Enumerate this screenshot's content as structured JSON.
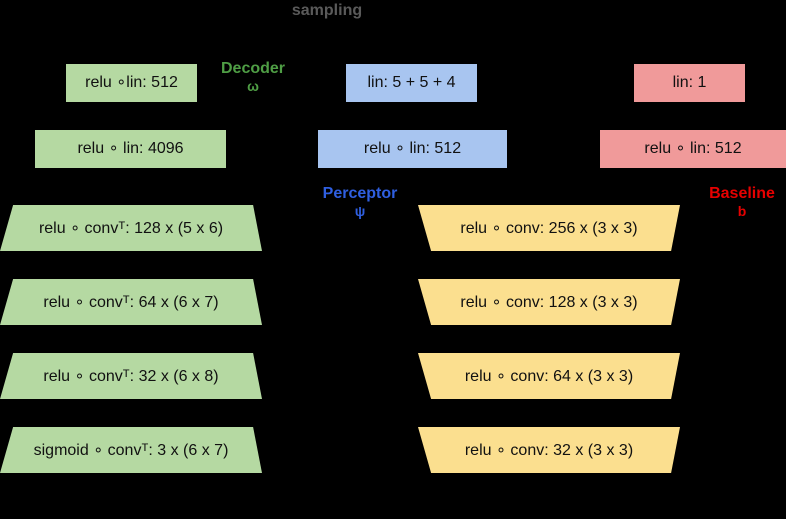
{
  "diagram": {
    "background_color": "#000000",
    "sampling_label": "sampling",
    "columns": {
      "decoder": {
        "title": "Decoder",
        "symbol": "ω",
        "color": "#4f9e45",
        "fill": "#b5d9a2",
        "boxes": [
          {
            "text": "relu ∘lin: 512"
          },
          {
            "text": "relu ∘ lin: 4096"
          }
        ],
        "layers": [
          {
            "text": "relu ∘ convᵀ: 128 x (5 x 6)"
          },
          {
            "text": "relu ∘ convᵀ: 64 x (6 x 7)"
          },
          {
            "text": "relu ∘ convᵀ: 32 x (6 x 8)"
          },
          {
            "text": "sigmoid ∘ convᵀ: 3 x (6 x 7)"
          }
        ]
      },
      "perceptor": {
        "title": "Perceptor",
        "symbol": "ψ",
        "color": "#2f5fe0",
        "fill_box": "#a8c5f0",
        "fill_layer": "#fbdf8f",
        "boxes": [
          {
            "text": "lin: 5 + 5 + 4"
          },
          {
            "text": "relu ∘ lin: 512"
          }
        ],
        "layers": [
          {
            "text": "relu ∘ conv: 256 x (3 x 3)"
          },
          {
            "text": "relu ∘ conv: 128 x (3 x 3)"
          },
          {
            "text": "relu ∘ conv: 64 x (3 x 3)"
          },
          {
            "text": "relu ∘ conv: 32 x (3 x 3)"
          }
        ]
      },
      "baseline": {
        "title": "Baseline",
        "symbol": "b",
        "color": "#e60000",
        "fill": "#f09a9a",
        "boxes": [
          {
            "text": "lin: 1"
          },
          {
            "text": "relu ∘ lin: 512"
          }
        ]
      }
    }
  }
}
